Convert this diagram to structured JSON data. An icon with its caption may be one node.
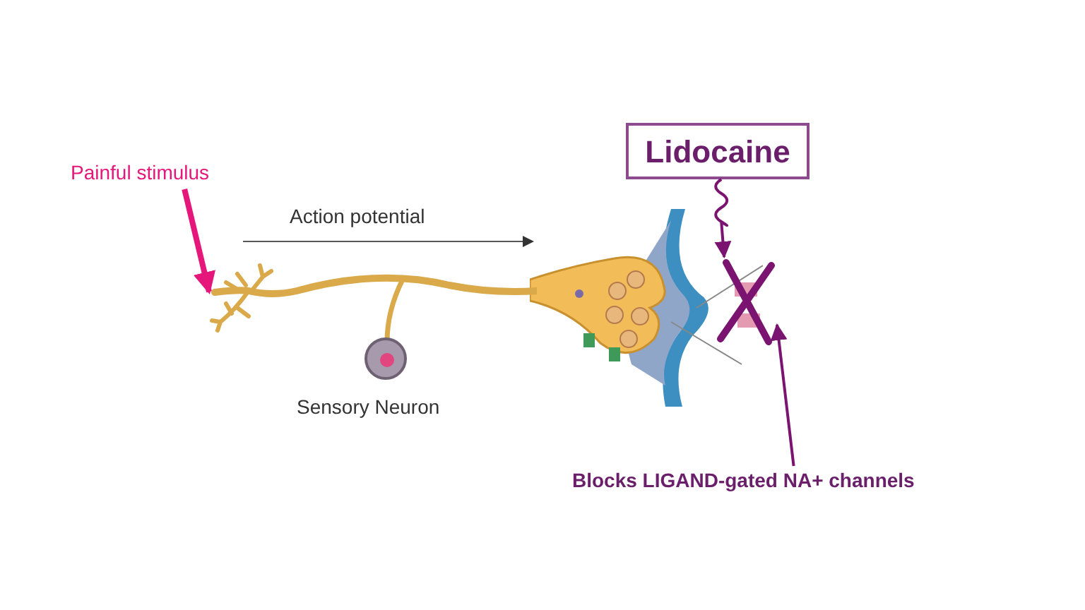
{
  "diagram": {
    "nodes": [
      {
        "text": [
          "Painful stimulus"
        ]
      },
      {
        "text": [],
        "shape": "picture"
      },
      {
        "text": [
          "Lidocaine"
        ]
      },
      {
        "text": [],
        "shape": "picture"
      },
      {
        "text": [
          "Blocks LIGAND-gated NA+ channels"
        ]
      }
    ],
    "edges": [
      {
        "from": 0,
        "to": 1,
        "arrow": "to",
        "style": "thick",
        "color": "#e5177b"
      },
      {
        "from": 2,
        "to": 3,
        "arrow": "to"
      },
      {
        "from": 4,
        "to": 3,
        "arrow": "to"
      }
    ],
    "labels": [
      "Action potential",
      "Sensory Neuron"
    ]
  }
}
